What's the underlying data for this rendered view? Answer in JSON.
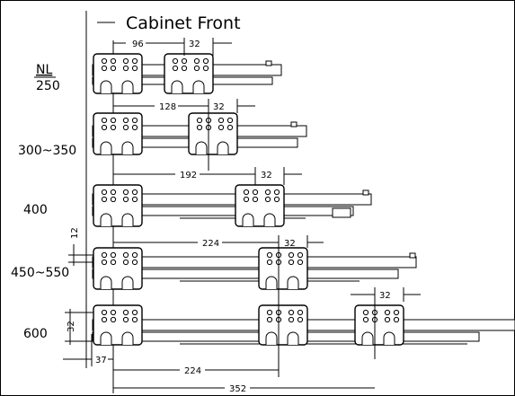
{
  "header": {
    "title": "Cabinet Front"
  },
  "rows": [
    {
      "label_top": "NL",
      "label_bottom": "250",
      "dim_a": "96",
      "dim_b": "32"
    },
    {
      "label": "300~350",
      "dim_a": "128",
      "dim_b": "32"
    },
    {
      "label": "400",
      "dim_a": "192",
      "dim_b": "32"
    },
    {
      "label": "450~550",
      "dim_a": "224",
      "dim_b": "32",
      "dim_v": "12"
    },
    {
      "label": "600",
      "dim_b": "32",
      "dim_v": "32"
    }
  ],
  "bottom_dims": {
    "d37": "37",
    "d224": "224",
    "d352": "352"
  }
}
